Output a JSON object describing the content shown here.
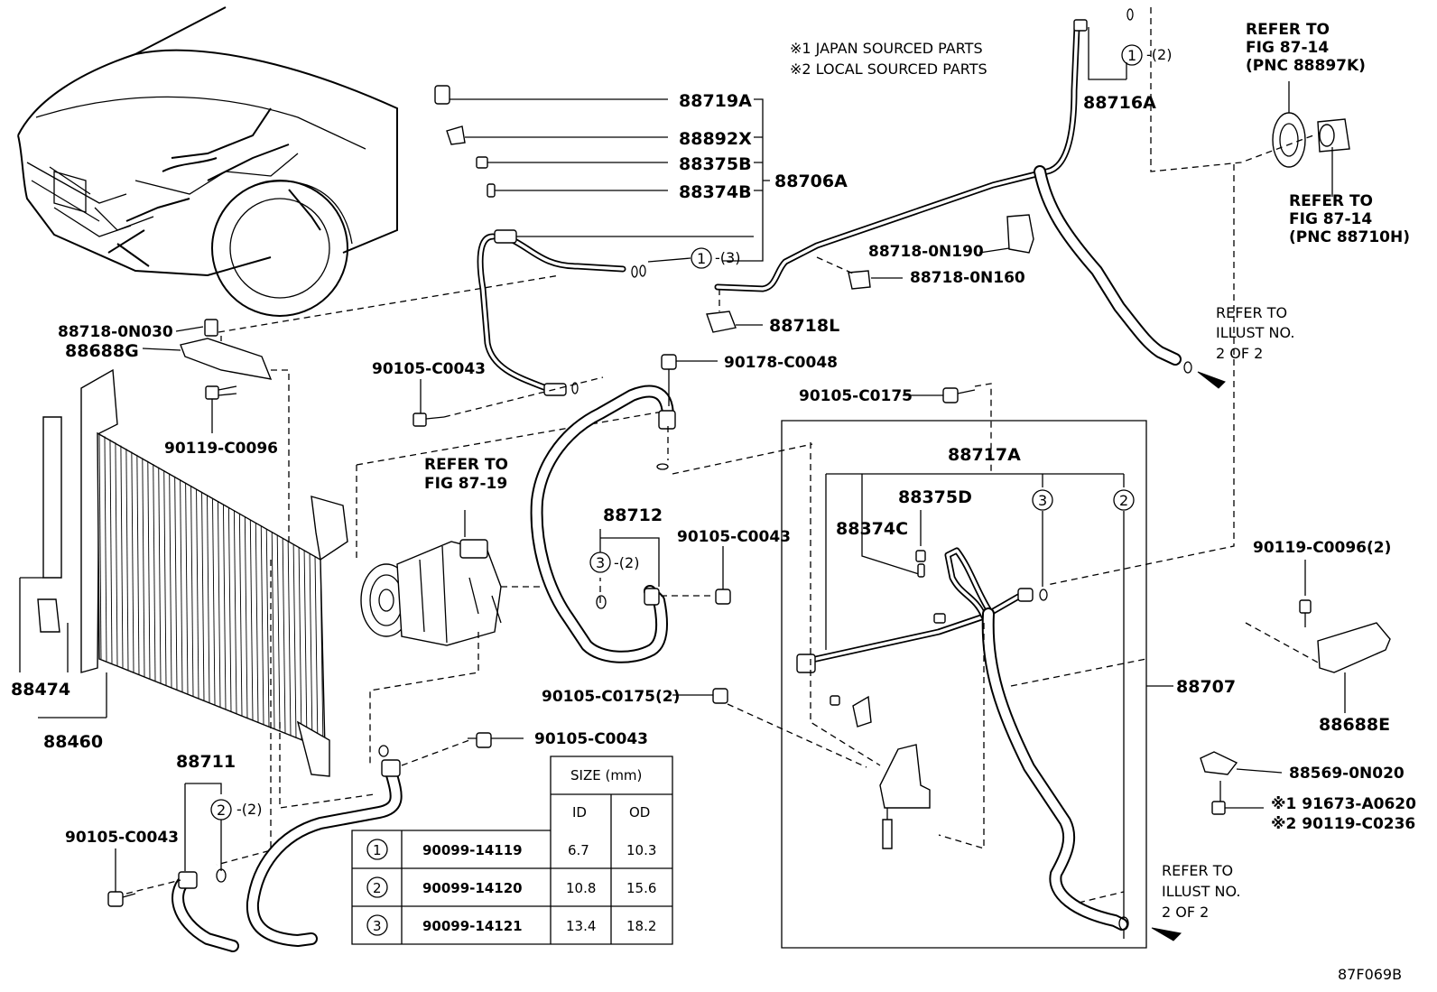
{
  "notes": {
    "japan": "※1 JAPAN SOURCED PARTS",
    "local": "※2 LOCAL SOURCED PARTS"
  },
  "labels": {
    "p88719A": "88719A",
    "p88892X": "88892X",
    "p88375B": "88375B",
    "p88374B": "88374B",
    "p88706A": "88706A",
    "circle1_qty": "-(3)",
    "circle1_top_qty": "-(2)",
    "p88716A": "88716A",
    "p88718_0N190": "88718-0N190",
    "p88718_0N160": "88718-0N160",
    "p88718L": "88718L",
    "p88718_0N030": "88718-0N030",
    "p88688G": "88688G",
    "p90105_C0043_a": "90105-C0043",
    "p90119_C0096": "90119-C0096",
    "p90178_C0048": "90178-C0048",
    "p90105_C0175": "90105-C0175",
    "p88717A": "88717A",
    "p88375D": "88375D",
    "p88374C": "88374C",
    "p88712": "88712",
    "circle3_qty": "-(2)",
    "p90105_C0043_b": "90105-C0043",
    "p90119_C0096_2": "90119-C0096(2)",
    "p88474": "88474",
    "p88460": "88460",
    "p90105_C0175_2": "90105-C0175(2)",
    "p88707": "88707",
    "p88688E": "88688E",
    "p90105_C0043_c": "90105-C0043",
    "p88711": "88711",
    "circle2_qty": "-(2)",
    "p90105_C0043_d": "90105-C0043",
    "p88569_0N020": "88569-0N020",
    "p91673_A0620": "※1 91673-A0620",
    "p90119_C0236": "※2 90119-C0236",
    "fig_code": "87F069B"
  },
  "circles": {
    "one": "1",
    "two": "2",
    "three": "3"
  },
  "refs": {
    "fig8714a": [
      "REFER TO",
      "FIG 87-14",
      "(PNC 88897K)"
    ],
    "fig8714b": [
      "REFER TO",
      "FIG 87-14",
      "(PNC 88710H)"
    ],
    "fig8719": [
      "REFER TO",
      "FIG 87-19"
    ],
    "illust1": [
      "REFER TO",
      "ILLUST NO.",
      "2 OF 2"
    ],
    "illust2": [
      "REFER TO",
      "ILLUST NO.",
      "2 OF 2"
    ]
  },
  "table": {
    "header_size": "SIZE (mm)",
    "col_id": "ID",
    "col_od": "OD",
    "rows": [
      {
        "no": "1",
        "part": "90099-14119",
        "id": "6.7",
        "od": "10.3"
      },
      {
        "no": "2",
        "part": "90099-14120",
        "id": "10.8",
        "od": "15.6"
      },
      {
        "no": "3",
        "part": "90099-14121",
        "id": "13.4",
        "od": "18.2"
      }
    ]
  }
}
